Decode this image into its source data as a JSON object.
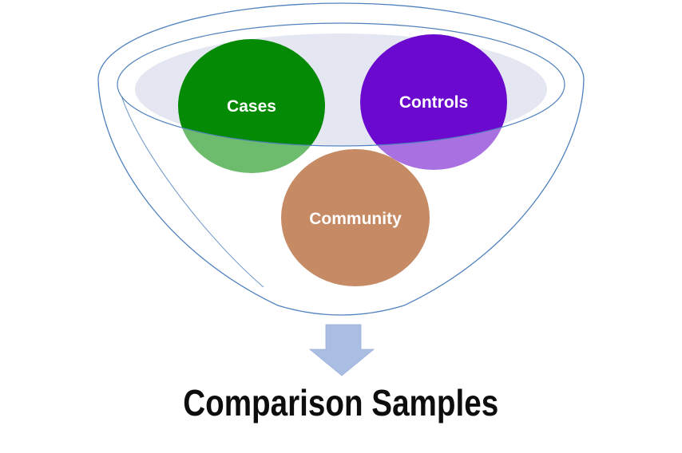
{
  "diagram": {
    "title": "Comparison Samples",
    "title_color": "#0d0d0d",
    "background": "#ffffff",
    "funnel": {
      "outline_color": "#4f81bd",
      "surface_fill": "#e4e7f1",
      "glass_overlay": "rgba(255,255,255,0.42)"
    },
    "circles": [
      {
        "label": "Cases",
        "color": "#048a04"
      },
      {
        "label": "Controls",
        "color": "#6b09ce"
      },
      {
        "label": "Community",
        "color": "#c68a64"
      }
    ],
    "labels_text_color": "#ffffff",
    "arrow": {
      "color": "#aabde2",
      "edge": "#9ab0d9"
    }
  }
}
